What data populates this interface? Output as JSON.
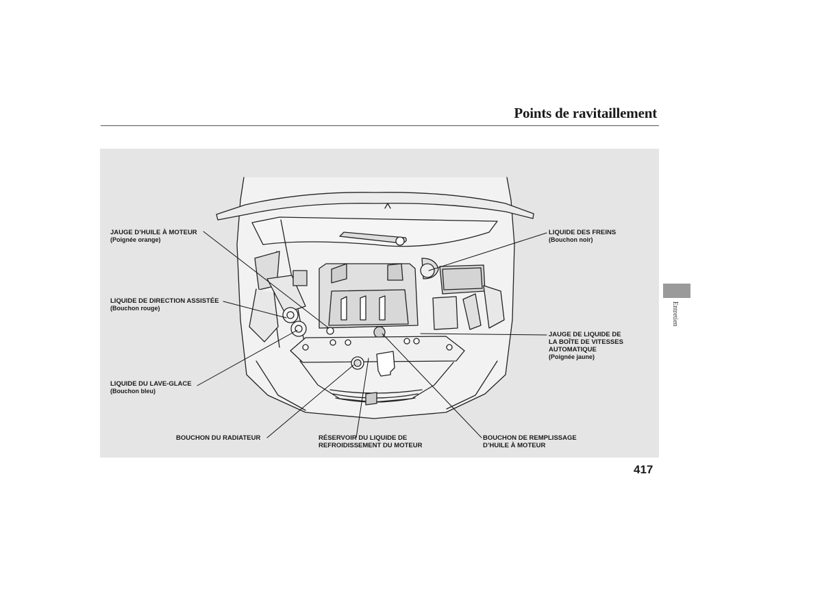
{
  "header": {
    "title": "Points de ravitaillement"
  },
  "section_tab": {
    "label": "Entretien"
  },
  "page_number": "417",
  "callouts": {
    "engine_oil_dipstick": {
      "name": "JAUGE D’HUILE À MOTEUR",
      "note": "(Poignée orange)"
    },
    "power_steering": {
      "name": "LIQUIDE DE DIRECTION ASSISTÉE",
      "note": "(Bouchon rouge)"
    },
    "washer_fluid": {
      "name": "LIQUIDE DU LAVE-GLACE",
      "note": "(Bouchon bleu)"
    },
    "radiator_cap": {
      "name": "BOUCHON DU RADIATEUR"
    },
    "coolant_reservoir": {
      "line1": "RÉSERVOIR DU LIQUIDE DE",
      "line2": "REFROIDISSEMENT DU MOTEUR"
    },
    "oil_filler_cap": {
      "line1": "BOUCHON DE REMPLISSAGE",
      "line2": "D’HUILE À MOTEUR"
    },
    "brake_fluid": {
      "name": "LIQUIDE DES FREINS",
      "note": "(Bouchon noir)"
    },
    "atf_dipstick": {
      "line1": "JAUGE DE LIQUIDE DE",
      "line2": "LA BOÎTE DE VITESSES",
      "line3": "AUTOMATIQUE",
      "note": "(Poignée jaune)"
    }
  },
  "colors": {
    "figure_background": "#e5e5e5",
    "tab": "#9a9a9a"
  }
}
